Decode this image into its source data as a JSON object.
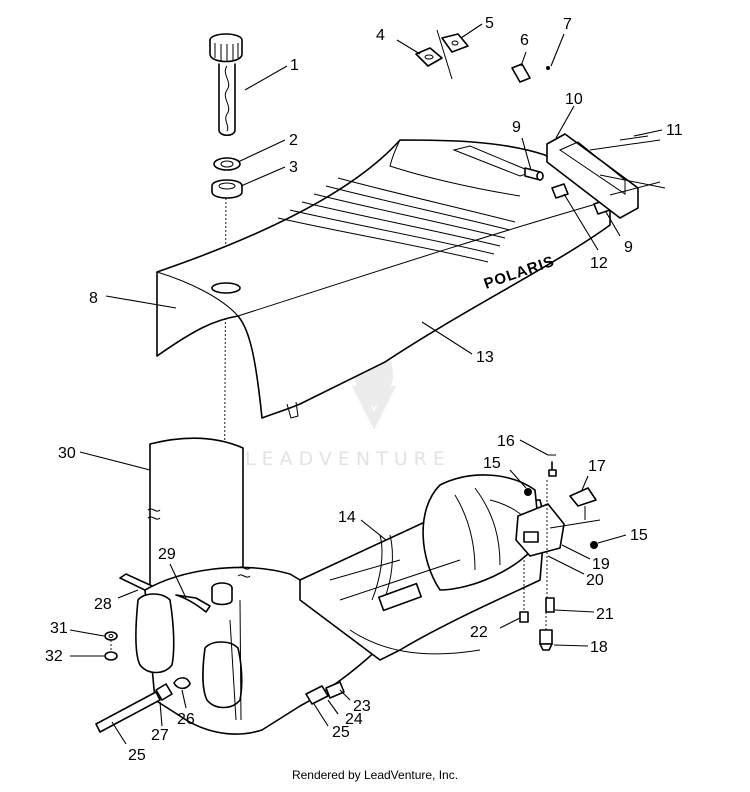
{
  "logo_text": "POLARIS",
  "watermark_text": "LEADVENTURE",
  "footer_text": "Rendered by LeadVenture, Inc.",
  "callouts": [
    {
      "id": "c1",
      "label": "1"
    },
    {
      "id": "c2",
      "label": "2"
    },
    {
      "id": "c3",
      "label": "3"
    },
    {
      "id": "c4",
      "label": "4"
    },
    {
      "id": "c5",
      "label": "5"
    },
    {
      "id": "c6",
      "label": "6"
    },
    {
      "id": "c7",
      "label": "7"
    },
    {
      "id": "c8",
      "label": "8"
    },
    {
      "id": "c9a",
      "label": "9"
    },
    {
      "id": "c9b",
      "label": "9"
    },
    {
      "id": "c10",
      "label": "10"
    },
    {
      "id": "c11",
      "label": "11"
    },
    {
      "id": "c12",
      "label": "12"
    },
    {
      "id": "c13",
      "label": "13"
    },
    {
      "id": "c14",
      "label": "14"
    },
    {
      "id": "c15a",
      "label": "15"
    },
    {
      "id": "c15b",
      "label": "15"
    },
    {
      "id": "c16",
      "label": "16"
    },
    {
      "id": "c17",
      "label": "17"
    },
    {
      "id": "c18",
      "label": "18"
    },
    {
      "id": "c19",
      "label": "19"
    },
    {
      "id": "c20",
      "label": "20"
    },
    {
      "id": "c21",
      "label": "21"
    },
    {
      "id": "c22",
      "label": "22"
    },
    {
      "id": "c23",
      "label": "23"
    },
    {
      "id": "c24",
      "label": "24"
    },
    {
      "id": "c25a",
      "label": "25"
    },
    {
      "id": "c25b",
      "label": "25"
    },
    {
      "id": "c26",
      "label": "26"
    },
    {
      "id": "c27",
      "label": "27"
    },
    {
      "id": "c28",
      "label": "28"
    },
    {
      "id": "c29",
      "label": "29"
    },
    {
      "id": "c30",
      "label": "30"
    },
    {
      "id": "c31",
      "label": "31"
    },
    {
      "id": "c32",
      "label": "32"
    }
  ]
}
